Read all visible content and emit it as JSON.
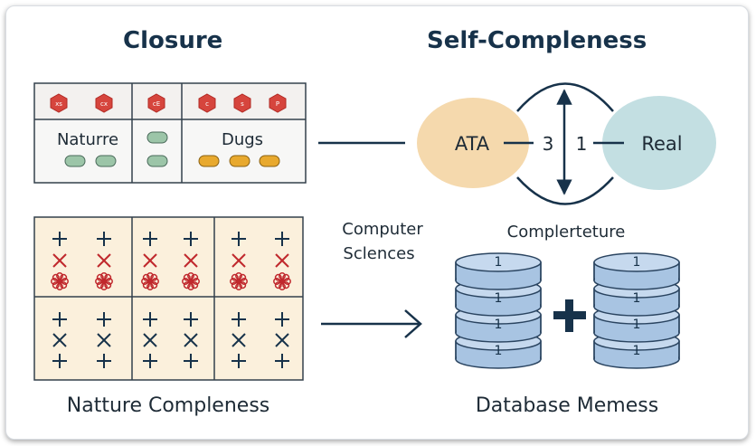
{
  "titles": {
    "left": "Closure",
    "right": "Self-Compleness"
  },
  "top_table": {
    "cell_nature": "Naturre",
    "cell_dugs": "Dugs",
    "badges": [
      "xs",
      "cx",
      "cE",
      "c",
      "s",
      "P"
    ]
  },
  "bottom_grid": {
    "caption": "Natture Compleness"
  },
  "venn": {
    "left": "ATA",
    "right": "Real",
    "num_left": "3",
    "num_right": "1",
    "caption": "Complerteture"
  },
  "middle_label": {
    "line1": "Computer",
    "line2": "Sclences"
  },
  "database": {
    "caption": "Database Memess",
    "stack_labels": [
      "1",
      "1",
      "1",
      "1"
    ]
  },
  "colors": {
    "navy": "#17324a",
    "orange_circle": "#f5d9ad",
    "teal_circle": "#c3dfe2",
    "cell_bg": "#fbf0dc",
    "db_blue": "#a8c4e2",
    "red": "#c0282d"
  }
}
